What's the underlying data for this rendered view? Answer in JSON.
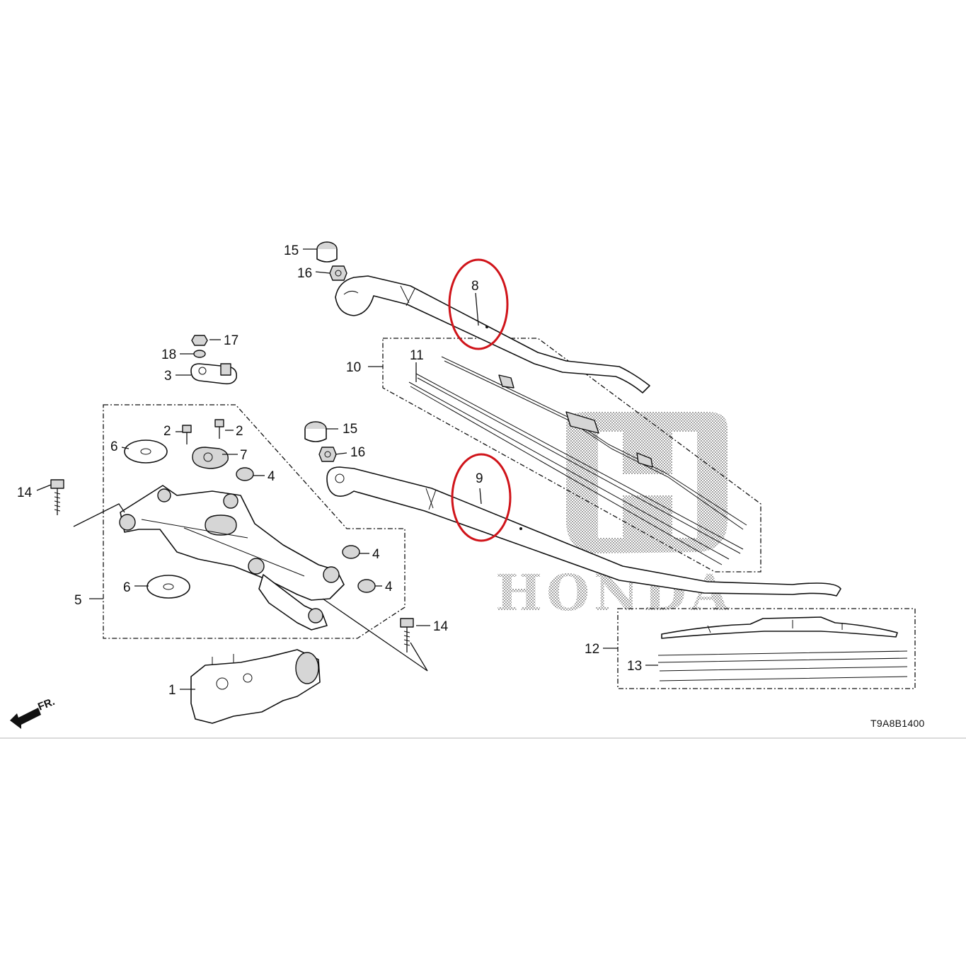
{
  "diagram": {
    "code": "T9A8B1400",
    "front_marker": "FR.",
    "watermark": "HONDA",
    "callouts": [
      {
        "id": "c1",
        "label": "1"
      },
      {
        "id": "c2a",
        "label": "2"
      },
      {
        "id": "c2b",
        "label": "2"
      },
      {
        "id": "c3",
        "label": "3"
      },
      {
        "id": "c4a",
        "label": "4"
      },
      {
        "id": "c4b",
        "label": "4"
      },
      {
        "id": "c4c",
        "label": "4"
      },
      {
        "id": "c5",
        "label": "5"
      },
      {
        "id": "c6a",
        "label": "6"
      },
      {
        "id": "c6b",
        "label": "6"
      },
      {
        "id": "c7",
        "label": "7"
      },
      {
        "id": "c8",
        "label": "8"
      },
      {
        "id": "c9",
        "label": "9"
      },
      {
        "id": "c10",
        "label": "10"
      },
      {
        "id": "c11",
        "label": "11"
      },
      {
        "id": "c12",
        "label": "12"
      },
      {
        "id": "c13",
        "label": "13"
      },
      {
        "id": "c14a",
        "label": "14"
      },
      {
        "id": "c14b",
        "label": "14"
      },
      {
        "id": "c15a",
        "label": "15"
      },
      {
        "id": "c15b",
        "label": "15"
      },
      {
        "id": "c16a",
        "label": "16"
      },
      {
        "id": "c16b",
        "label": "16"
      },
      {
        "id": "c17",
        "label": "17"
      },
      {
        "id": "c18",
        "label": "18"
      }
    ],
    "highlights": [
      "8",
      "9"
    ],
    "highlight_color": "#d0141a"
  }
}
